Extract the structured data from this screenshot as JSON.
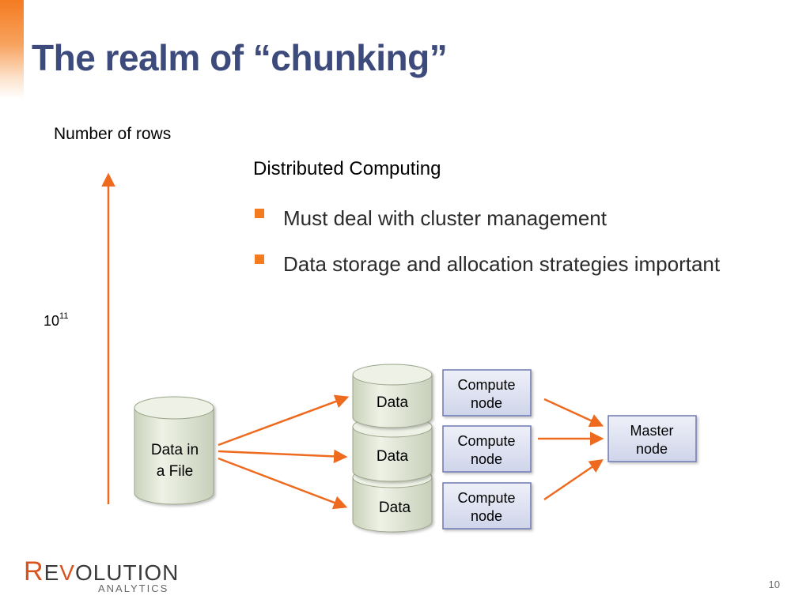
{
  "slide": {
    "title": "The realm of “chunking”",
    "page_number": "10"
  },
  "axis": {
    "label": "Number of rows",
    "exponent_base": "10",
    "exponent_power": "11"
  },
  "panel": {
    "heading": "Distributed Computing",
    "bullets": [
      "Must deal with cluster management",
      "Data storage and allocation strategies important"
    ]
  },
  "diagram": {
    "source_label_line1": "Data in",
    "source_label_line2": "a File",
    "data_labels": [
      "Data",
      "Data",
      "Data"
    ],
    "compute_nodes": [
      {
        "line1": "Compute",
        "line2": "node"
      },
      {
        "line1": "Compute",
        "line2": "node"
      },
      {
        "line1": "Compute",
        "line2": "node"
      }
    ],
    "master_node": {
      "line1": "Master",
      "line2": "node"
    }
  },
  "logo": {
    "initial": "R",
    "rest_before": "E",
    "v_letter": "V",
    "rest_after": "OLUTION",
    "tagline": "ANALYTICS"
  },
  "colors": {
    "title": "#3d4a7c",
    "accent": "#f47b20",
    "node_fill": "#dde1f0",
    "node_border": "#6e79b0",
    "cylinder_fill": "#e3ead6"
  }
}
